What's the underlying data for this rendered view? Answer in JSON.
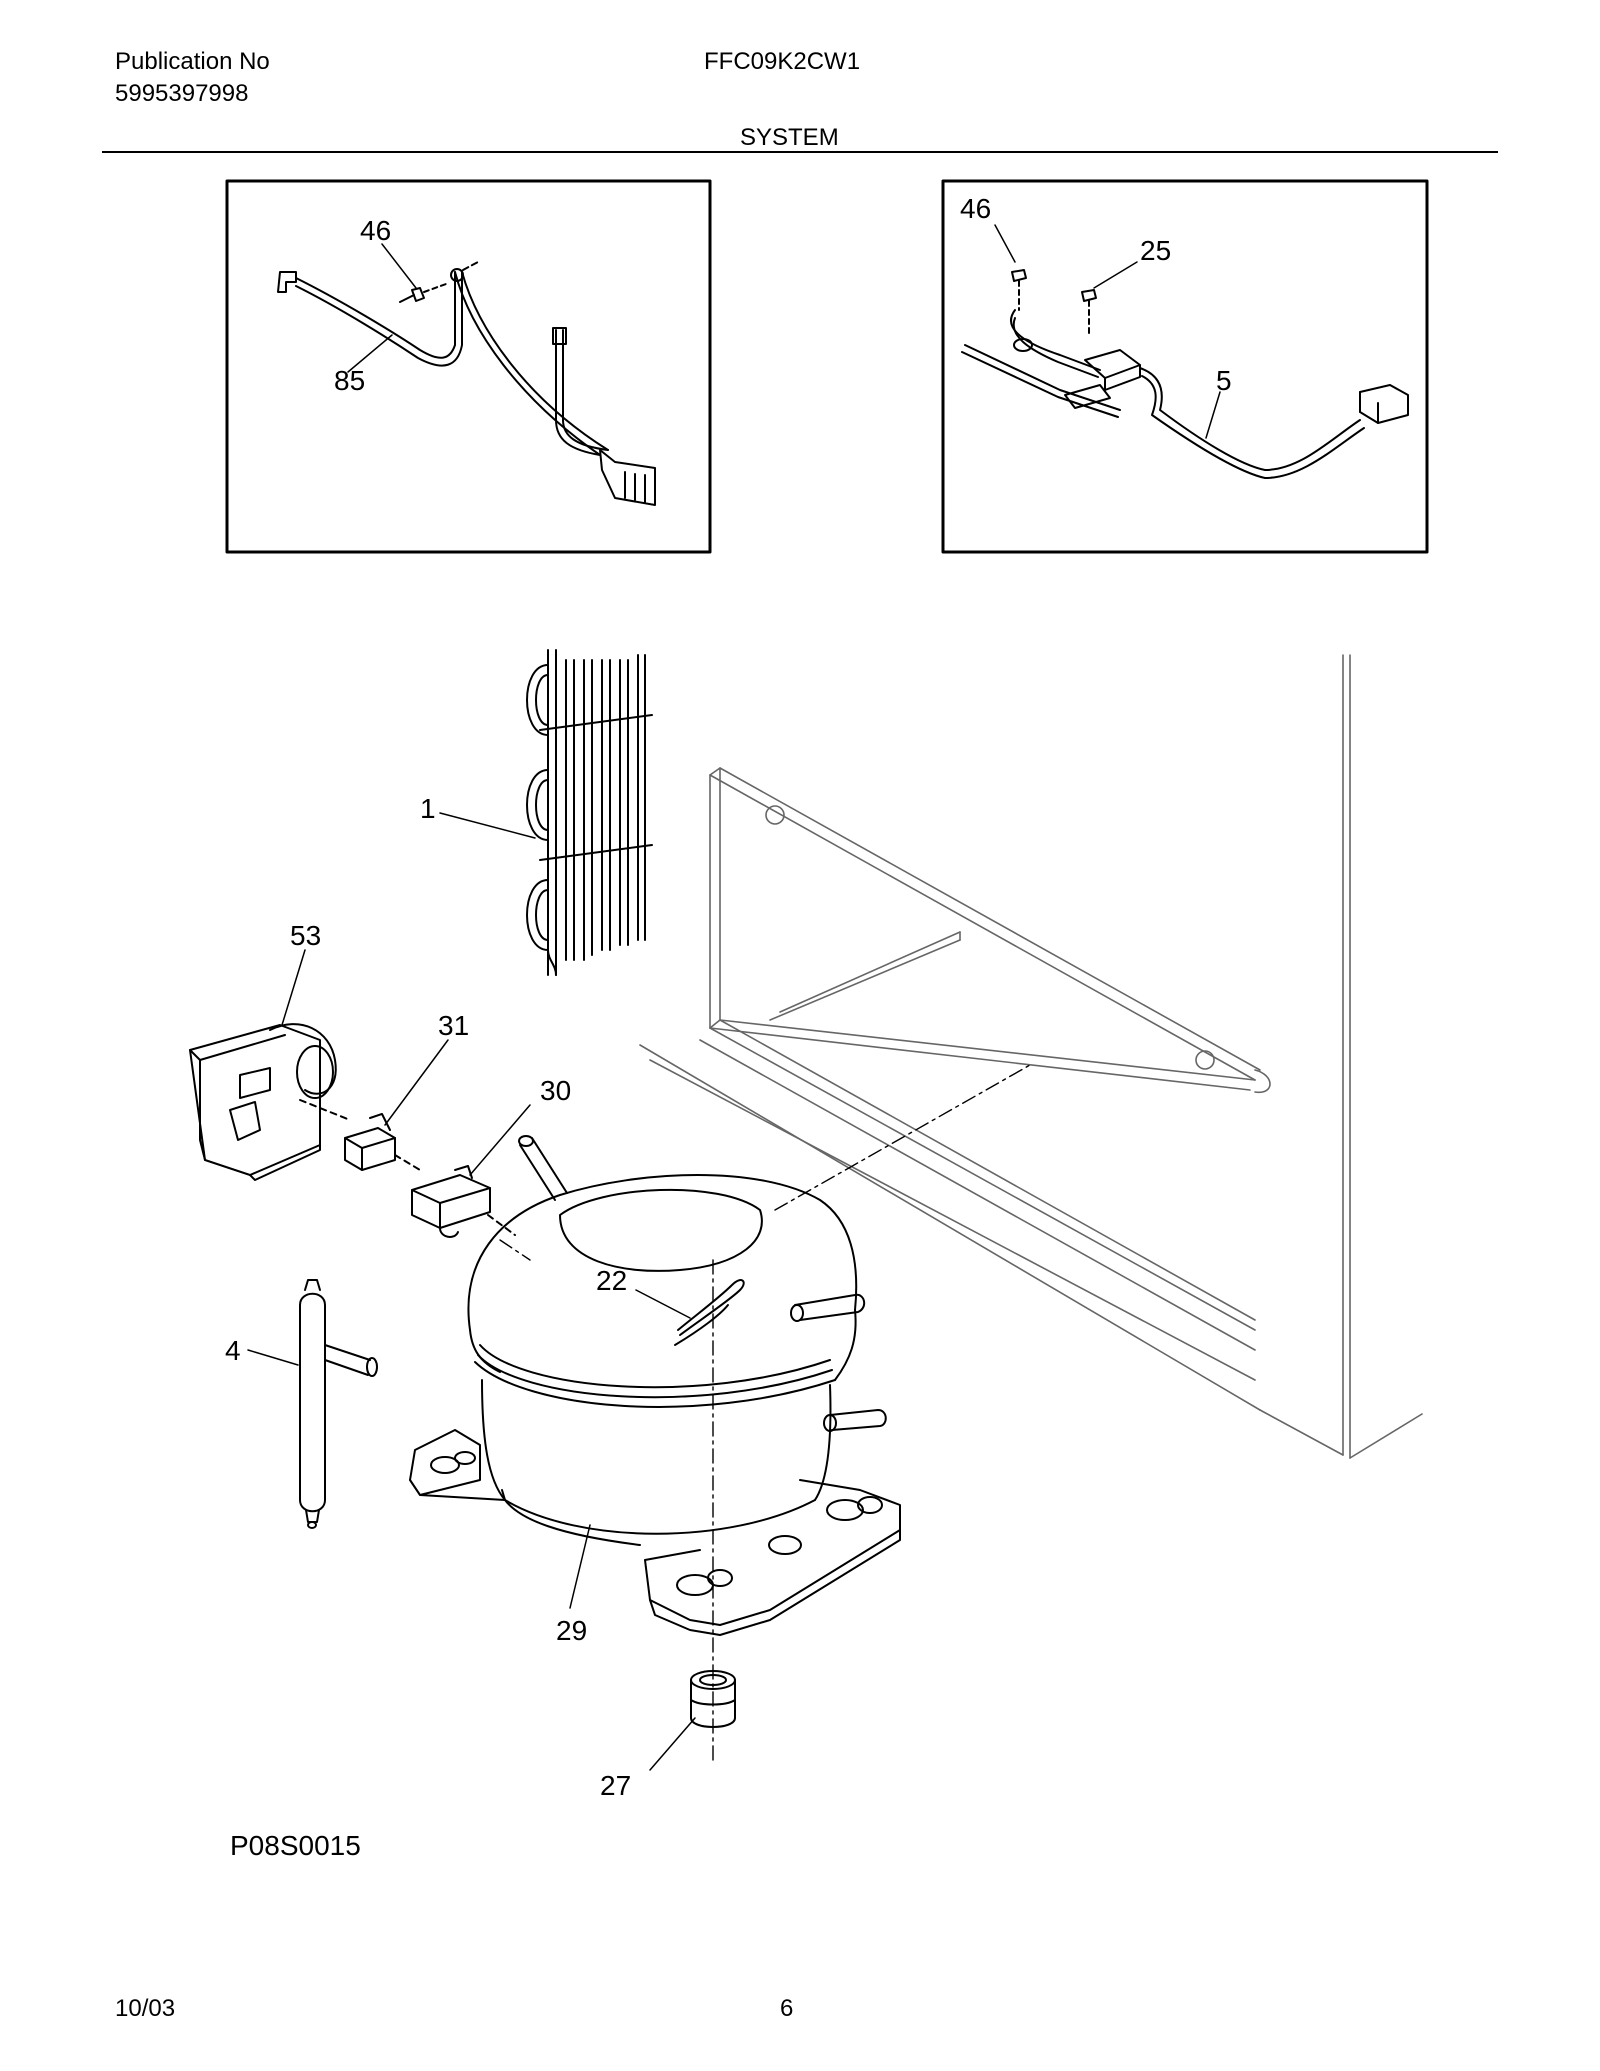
{
  "header": {
    "publication_label": "Publication No",
    "publication_number": "5995397998",
    "model": "FFC09K2CW1",
    "section": "SYSTEM"
  },
  "callouts": {
    "inset_left": [
      "46",
      "85"
    ],
    "inset_right": [
      "46",
      "25",
      "5"
    ],
    "main": [
      "1",
      "53",
      "31",
      "30",
      "22",
      "4",
      "29",
      "27"
    ]
  },
  "illustration_code": "P08S0015",
  "footer": {
    "date": "10/03",
    "page": "6"
  },
  "colors": {
    "ink": "#000000",
    "line_gray": "#666666",
    "background": "#ffffff"
  }
}
